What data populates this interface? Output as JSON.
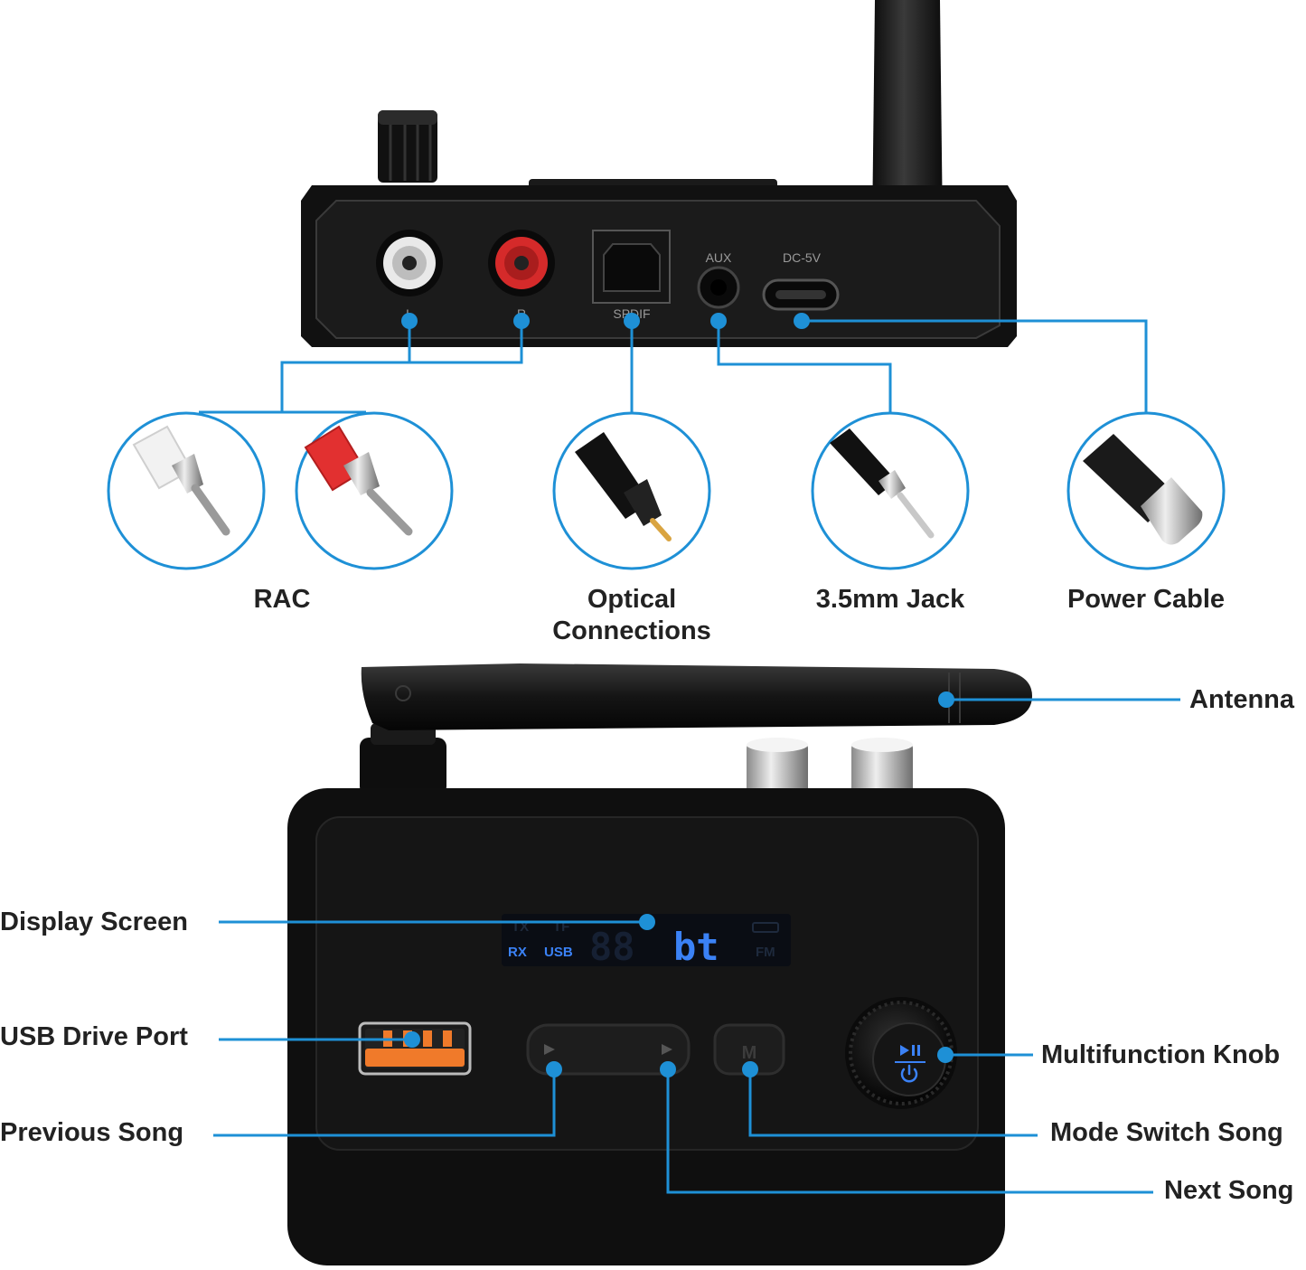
{
  "colors": {
    "accent": "#1e90d6",
    "device_body": "#141414",
    "lcd_active": "#3b82f6",
    "usb_port": "#f07a2a",
    "rca_red": "#e23030"
  },
  "back_panel": {
    "port_captions": [
      "L",
      "R",
      "SPDIF",
      "AUX",
      "DC-5V"
    ]
  },
  "connectors": [
    {
      "name": "RAC",
      "icons": [
        "white-rca-plug-icon",
        "red-rca-plug-icon"
      ]
    },
    {
      "name": "Optical\nConnections",
      "icons": [
        "optical-plug-icon"
      ]
    },
    {
      "name": "3.5mm Jack",
      "icons": [
        "audio-jack-plug-icon"
      ]
    },
    {
      "name": "Power Cable",
      "icons": [
        "usb-c-plug-icon"
      ]
    }
  ],
  "front_panel": {
    "lcd": {
      "rx": "RX",
      "usb": "USB",
      "tx": "TX",
      "tf": "TF",
      "fm": "FM",
      "digits": "bt"
    },
    "mode_button": "M",
    "knob_icons": [
      "play-pause-icon",
      "power-icon"
    ]
  },
  "callouts": {
    "antenna": "Antenna",
    "display_screen": "Display Screen",
    "usb_drive_port": "USB Drive Port",
    "multifunction_knob": "Multifunction Knob",
    "previous_song": "Previous Song",
    "mode_switch_song": "Mode Switch Song",
    "next_song": "Next Song"
  }
}
